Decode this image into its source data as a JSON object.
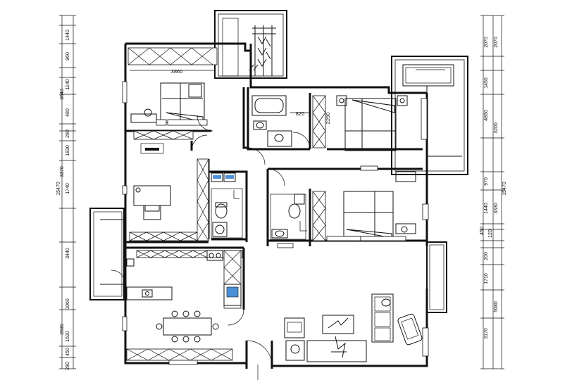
{
  "left_dimensions": {
    "segments": [
      "1440",
      "960",
      "1140",
      "3640",
      "480",
      "280",
      "1830",
      "1740",
      "3370",
      "3440",
      "2930",
      "1060",
      "1620",
      "450",
      "280"
    ],
    "total": "15470"
  },
  "right_dimensions": {
    "segments": [
      "2070",
      "2070",
      "1450",
      "4850",
      "3200",
      "970",
      "3330",
      "1440",
      "120",
      "450",
      "200",
      "1710",
      "5080",
      "3170"
    ],
    "total": "15470"
  },
  "plan_labels": {
    "bedroom_width": "3860",
    "bath_width": "820",
    "bath_depth": "2290"
  },
  "colors": {
    "line": "#111111",
    "accent_blue": "#4a8fd6",
    "background": "#ffffff"
  }
}
